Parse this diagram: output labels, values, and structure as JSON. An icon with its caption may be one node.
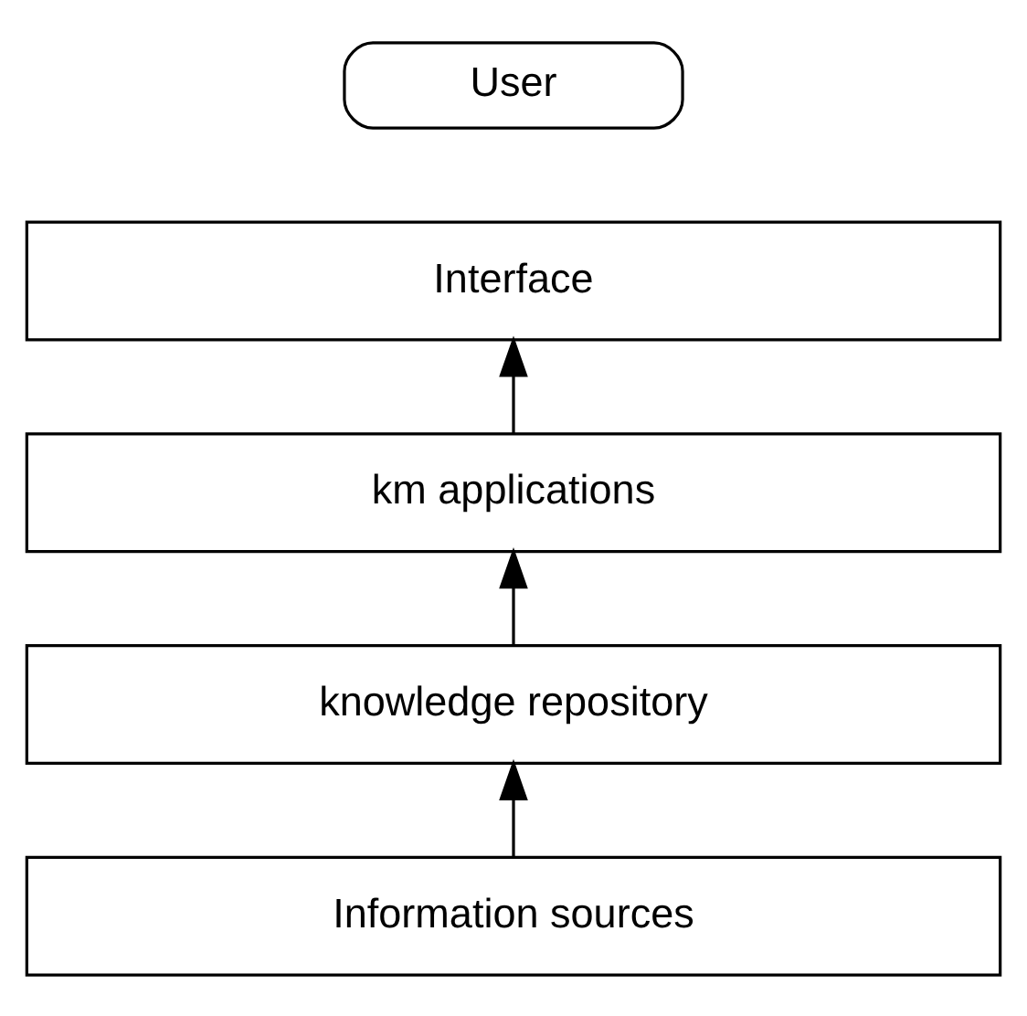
{
  "diagram": {
    "nodes": [
      {
        "text": [
          "User"
        ]
      },
      {
        "text": [
          "Interface"
        ]
      },
      {
        "text": [
          "km applications"
        ]
      },
      {
        "text": [
          "knowledge repository"
        ]
      },
      {
        "text": [
          "Information sources"
        ]
      }
    ],
    "edges": [
      {
        "from": 4,
        "to": 3,
        "arrow": "to"
      },
      {
        "from": 3,
        "to": 2,
        "arrow": "to"
      },
      {
        "from": 2,
        "to": 1,
        "arrow": "to"
      }
    ]
  }
}
